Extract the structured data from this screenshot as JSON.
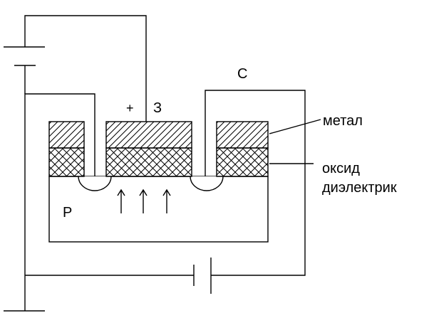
{
  "labels": {
    "plus": "+",
    "gate": "З",
    "drain": "С",
    "metal": "метал",
    "oxide": "оксид",
    "dielectric": "диэлектрик",
    "substrate": "P"
  },
  "colors": {
    "line": "#000000",
    "background": "#ffffff"
  }
}
